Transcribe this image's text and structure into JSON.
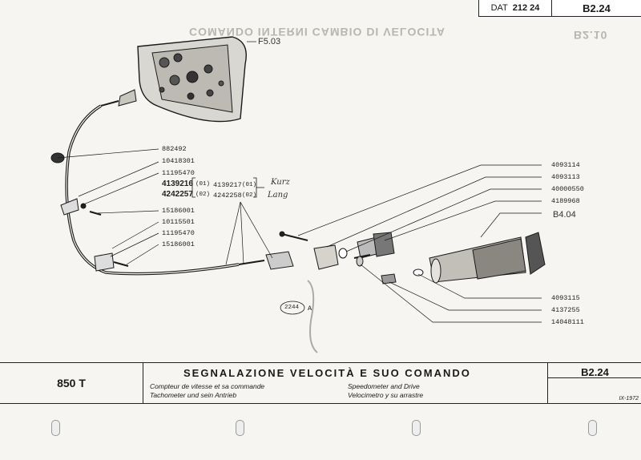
{
  "header": {
    "dat_label": "DAT",
    "dat_number": "212 24",
    "page_code": "B2.24"
  },
  "ghost_text": {
    "title_mirrored": "COMANDO INTERNI CAMBIO DI VELOCITA",
    "code_mirrored": "B2.10"
  },
  "refs": {
    "instrument": "F5.03",
    "shaft": "B4.04",
    "circle_code": "2244",
    "circle_suffix": "A"
  },
  "left_parts": [
    {
      "num": "882492"
    },
    {
      "num": "10418301"
    },
    {
      "num": "11195470"
    },
    {
      "num": "4139216",
      "tag": "(01)",
      "alt": "4139217",
      "alt_tag": "(01)"
    },
    {
      "num": "4242257",
      "tag": "(02)",
      "alt": "4242258",
      "alt_tag": "(02)"
    },
    {
      "num": "15186001"
    },
    {
      "num": "10115501"
    },
    {
      "num": "11195470"
    },
    {
      "num": "15186001"
    }
  ],
  "handwritten": {
    "short": "Kurz",
    "long": "Lang"
  },
  "right_parts_upper": [
    "4093114",
    "4093113",
    "40000550",
    "4189968"
  ],
  "right_parts_lower": [
    "4093115",
    "4137255",
    "14048111"
  ],
  "footer": {
    "model": "850 T",
    "title": "SEGNALAZIONE VELOCITÀ E SUO COMANDO",
    "fr": "Compteur de vitesse et sa commande",
    "de": "Tachometer und sein Antrieb",
    "en": "Speedometer and Drive",
    "es": "Velocimetro y su arrastre",
    "code": "B2.24",
    "date": "IX-1972"
  }
}
